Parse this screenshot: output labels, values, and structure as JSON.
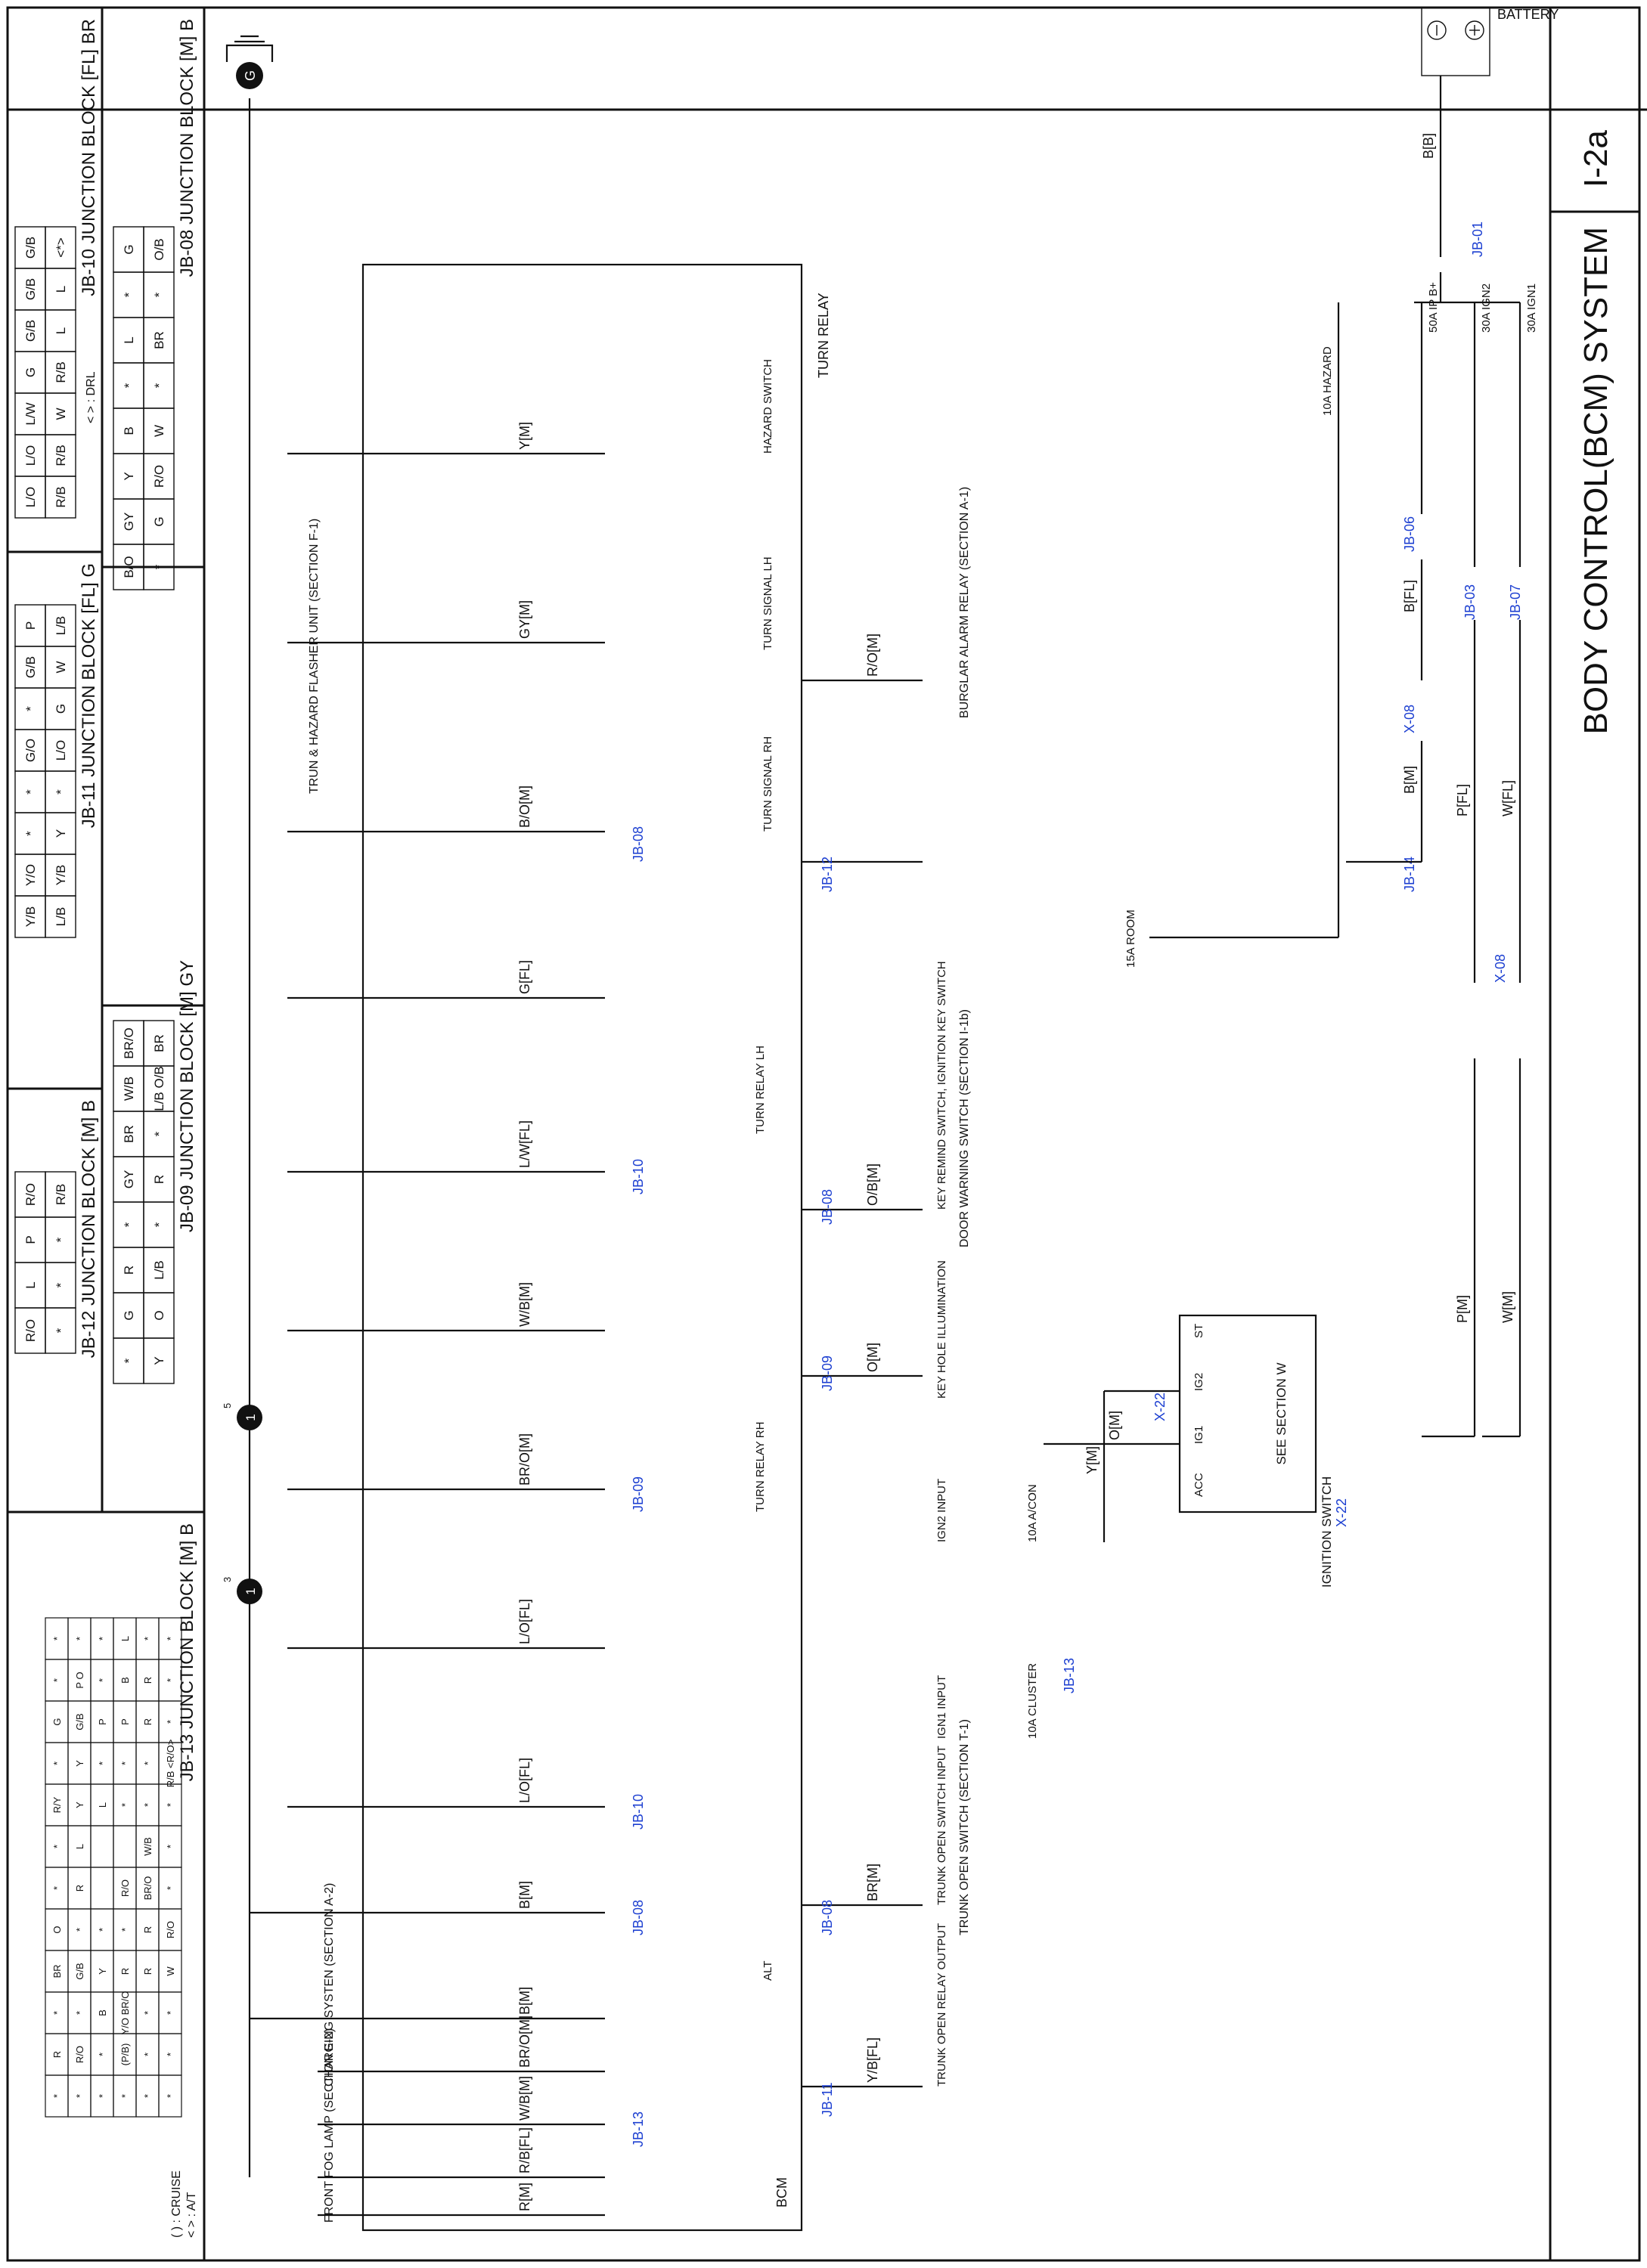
{
  "page_code": "I-2a",
  "title": "BODY CONTROL(BCM) SYSTEM",
  "components": {
    "battery": "BATTERY",
    "ground": "G",
    "bcm": "BCM",
    "turn_relay": "TURN RELAY",
    "ignition_switch": "IGNITION SWITCH",
    "see_section": "SEE SECTION W",
    "ign_terms": [
      "ST",
      "IG2",
      "IG1",
      "ACC"
    ]
  },
  "fuses": {
    "ign1": "30A IGN1",
    "ign2": "30A IGN2",
    "ipb": "50A IP B+",
    "hazard": "10A HAZARD",
    "room": "15A ROOM",
    "aircon": "10A A/CON",
    "cluster": "10A CLUSTER"
  },
  "connectors": {
    "jb01": "JB-01",
    "jb03": "JB-03",
    "jb06": "JB-06",
    "jb07": "JB-07",
    "jb08": "JB-08",
    "jb09": "JB-09",
    "jb10": "JB-10",
    "jb11": "JB-11",
    "jb12": "JB-12",
    "jb13": "JB-13",
    "jb14": "JB-14",
    "x08": "X-08",
    "x22": "X-22"
  },
  "wires": {
    "bb": "B[B]",
    "bfl": "B[FL]",
    "bm": "B[M]",
    "pfl": "P[FL]",
    "wfl": "W[FL]",
    "pm": "P[M]",
    "wm": "W[M]",
    "rom": "R/O[M]",
    "obm": "O/B[M]",
    "om": "O[M]",
    "ym": "Y[M]",
    "om2": "O[M]",
    "brm": "BR[M]",
    "ybfl": "Y/B[FL]",
    "gym": "GY[M]",
    "bom": "B/O[M]",
    "gfl": "G[FL]",
    "lwfl": "L/W[FL]",
    "wbm": "W/B[M]",
    "brom": "BR/O[M]",
    "lofl": "L/O[FL]",
    "lofl2": "L/O[FL]",
    "brom2": "BR/O[M]",
    "wbm2": "W/B[M]",
    "rbfl": "R/B[FL]",
    "rm": "R[M]"
  },
  "internal": {
    "hazard_switch": "HAZARD SWITCH",
    "turn_lh": "TURN SIGNAL LH",
    "turn_rh": "TURN SIGNAL RH",
    "turn_relay_lh": "TURN RELAY LH",
    "turn_relay_rh": "TURN RELAY RH",
    "key_remind": "KEY REMIND SWITCH, IGNITION KEY SWITCH",
    "key_hole": "KEY HOLE ILLUMINATION",
    "ign2_input": "IGN2 INPUT",
    "ign1_input": "IGN1 INPUT",
    "trunk_input": "TRUNK OPEN SWITCH INPUT",
    "alt": "ALT",
    "trunk_output": "TRUNK OPEN RELAY OUTPUT"
  },
  "destinations": {
    "burglar": "BURGLAR ALARM RELAY (SECTION A-1)",
    "door_warning": "DOOR WARNING SWITCH (SECTION I-1b)",
    "trunk_switch": "TRUNK OPEN SWITCH (SECTION T-1)",
    "flasher": "TRUN & HAZARD FLASHER UNIT (SECTION F-1)",
    "charging": "CHARGING SYSTEN (SECTION A-2)",
    "fog": "FRONT FOG LAMP (SECTION E-2)"
  },
  "notes": {
    "at": "< > : A/T",
    "cruise": "( ) : CRUISE",
    "drl": "< > : DRL"
  },
  "jb_tables": {
    "jb08": {
      "title": "JB-08 JUNCTION BLOCK [M] B",
      "top": [
        "O/B",
        "*",
        "BR",
        "*",
        "W",
        "R/O",
        "G",
        "*"
      ],
      "bottom": [
        "G",
        "*",
        "L",
        "*",
        "B",
        "Y",
        "GY",
        "B/O"
      ]
    },
    "jb09": {
      "title": "JB-09 JUNCTION BLOCK [M] GY",
      "top": [
        "BR",
        "L/B O/B",
        "*",
        "R",
        "*",
        "L/B",
        "O",
        "Y"
      ],
      "bottom": [
        "BR/O",
        "W/B",
        "BR",
        "GY",
        "*",
        "R",
        "G",
        "*"
      ]
    },
    "jb10": {
      "title": "JB-10 JUNCTION BLOCK [FL] BR",
      "top": [
        "<*>",
        "L",
        "L",
        "R/B",
        "W",
        "R/B",
        "R/B"
      ],
      "bottom": [
        "G/B",
        "G/B",
        "G/B",
        "G",
        "L/W",
        "L/O",
        "L/O"
      ]
    },
    "jb11": {
      "title": "JB-11 JUNCTION BLOCK [FL] G",
      "top": [
        "L/B",
        "W",
        "G",
        "L/O",
        "*",
        "Y",
        "Y/B",
        "L/B"
      ],
      "bottom": [
        "P",
        "G/B",
        "*",
        "G/O",
        "*",
        "*",
        "Y/O",
        "Y/B"
      ]
    },
    "jb12": {
      "title": "JB-12 JUNCTION BLOCK [M] B",
      "top": [
        "R/B",
        "*",
        "*",
        "*"
      ],
      "bottom": [
        "R/O",
        "P",
        "L",
        "R/O"
      ]
    },
    "jb13": {
      "title": "JB-13 JUNCTION BLOCK [M] B",
      "rows": [
        [
          "*",
          "*",
          "*",
          "L",
          "*",
          "*"
        ],
        [
          "*",
          "P O",
          "*",
          "B",
          "R",
          "*"
        ],
        [
          "G",
          "G/B",
          "P",
          "P",
          "R",
          "*"
        ],
        [
          "*",
          "Y",
          "*",
          "*",
          "*",
          "R/B <R/O>"
        ],
        [
          "R/Y",
          "Y",
          "L",
          "*",
          "*",
          "*"
        ],
        [
          "*",
          "L",
          "",
          "",
          "W/B",
          "*"
        ],
        [
          "*",
          "R",
          "",
          "R/O",
          "BR/O",
          "*"
        ],
        [
          "O",
          "*",
          "*",
          "*",
          "R",
          "R/O"
        ],
        [
          "BR",
          "G/B",
          "Y",
          "R",
          "R",
          "W"
        ],
        [
          "*",
          "*",
          "B",
          "Y/O BR/O",
          "*",
          "*"
        ],
        [
          "R",
          "R/O",
          "*",
          "(P/B)",
          "*",
          "*"
        ],
        [
          "*",
          "*",
          "*",
          "*",
          "*",
          "*"
        ]
      ]
    }
  }
}
